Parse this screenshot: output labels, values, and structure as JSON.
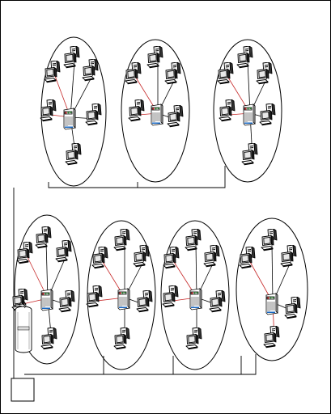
{
  "diagram": {
    "background": "#ffffff",
    "stroke_color": "#000000",
    "accent_colors": [
      "#2e7d32",
      "#c62828",
      "#1565c0"
    ],
    "cluster_count": 7,
    "clusters": [
      {
        "id": "cluster-top-1",
        "pc_count": 6
      },
      {
        "id": "cluster-top-2",
        "pc_count": 5
      },
      {
        "id": "cluster-top-3",
        "pc_count": 6
      },
      {
        "id": "cluster-bottom-1",
        "pc_count": 6
      },
      {
        "id": "cluster-bottom-2",
        "pc_count": 6
      },
      {
        "id": "cluster-bottom-3",
        "pc_count": 6
      },
      {
        "id": "cluster-bottom-4",
        "pc_count": 5
      }
    ],
    "server_icon": "server-cylinder-icon",
    "terminal_icon": "terminal-box-icon"
  }
}
